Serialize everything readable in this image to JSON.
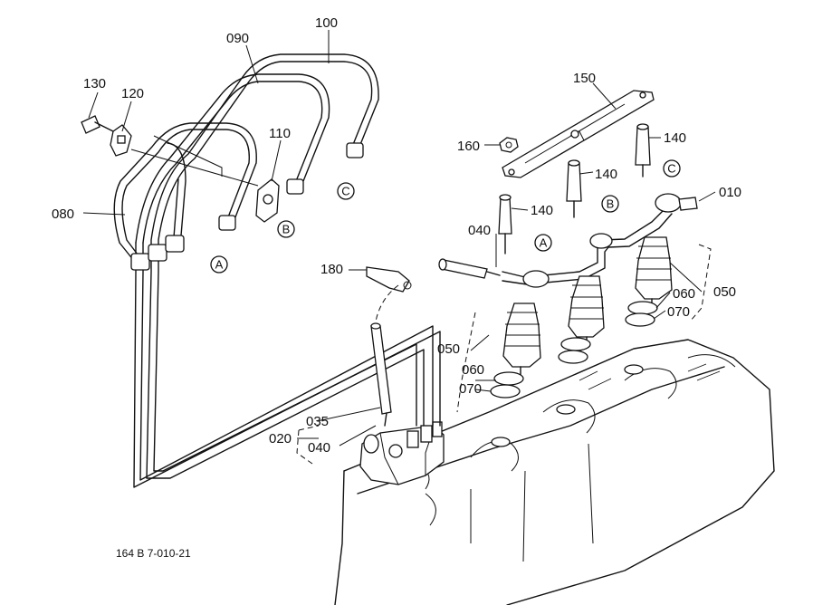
{
  "part_labels": {
    "p100": "100",
    "p090": "090",
    "p130": "130",
    "p120": "120",
    "p110": "110",
    "p080": "080",
    "p150": "150",
    "p160": "160",
    "p140a": "140",
    "p140b": "140",
    "p140c": "140",
    "p010": "010",
    "p040a": "040",
    "p180": "180",
    "p060a": "060",
    "p050a": "050",
    "p070a": "070",
    "p050b": "050",
    "p060b": "060",
    "p070b": "070",
    "p035": "035",
    "p020": "020",
    "p040b": "040"
  },
  "markers": {
    "c_top": "C",
    "b_left": "B",
    "a_left": "A",
    "c_right": "C",
    "b_right": "B",
    "a_right": "A"
  },
  "reference_code": "164 B 7-010-21"
}
